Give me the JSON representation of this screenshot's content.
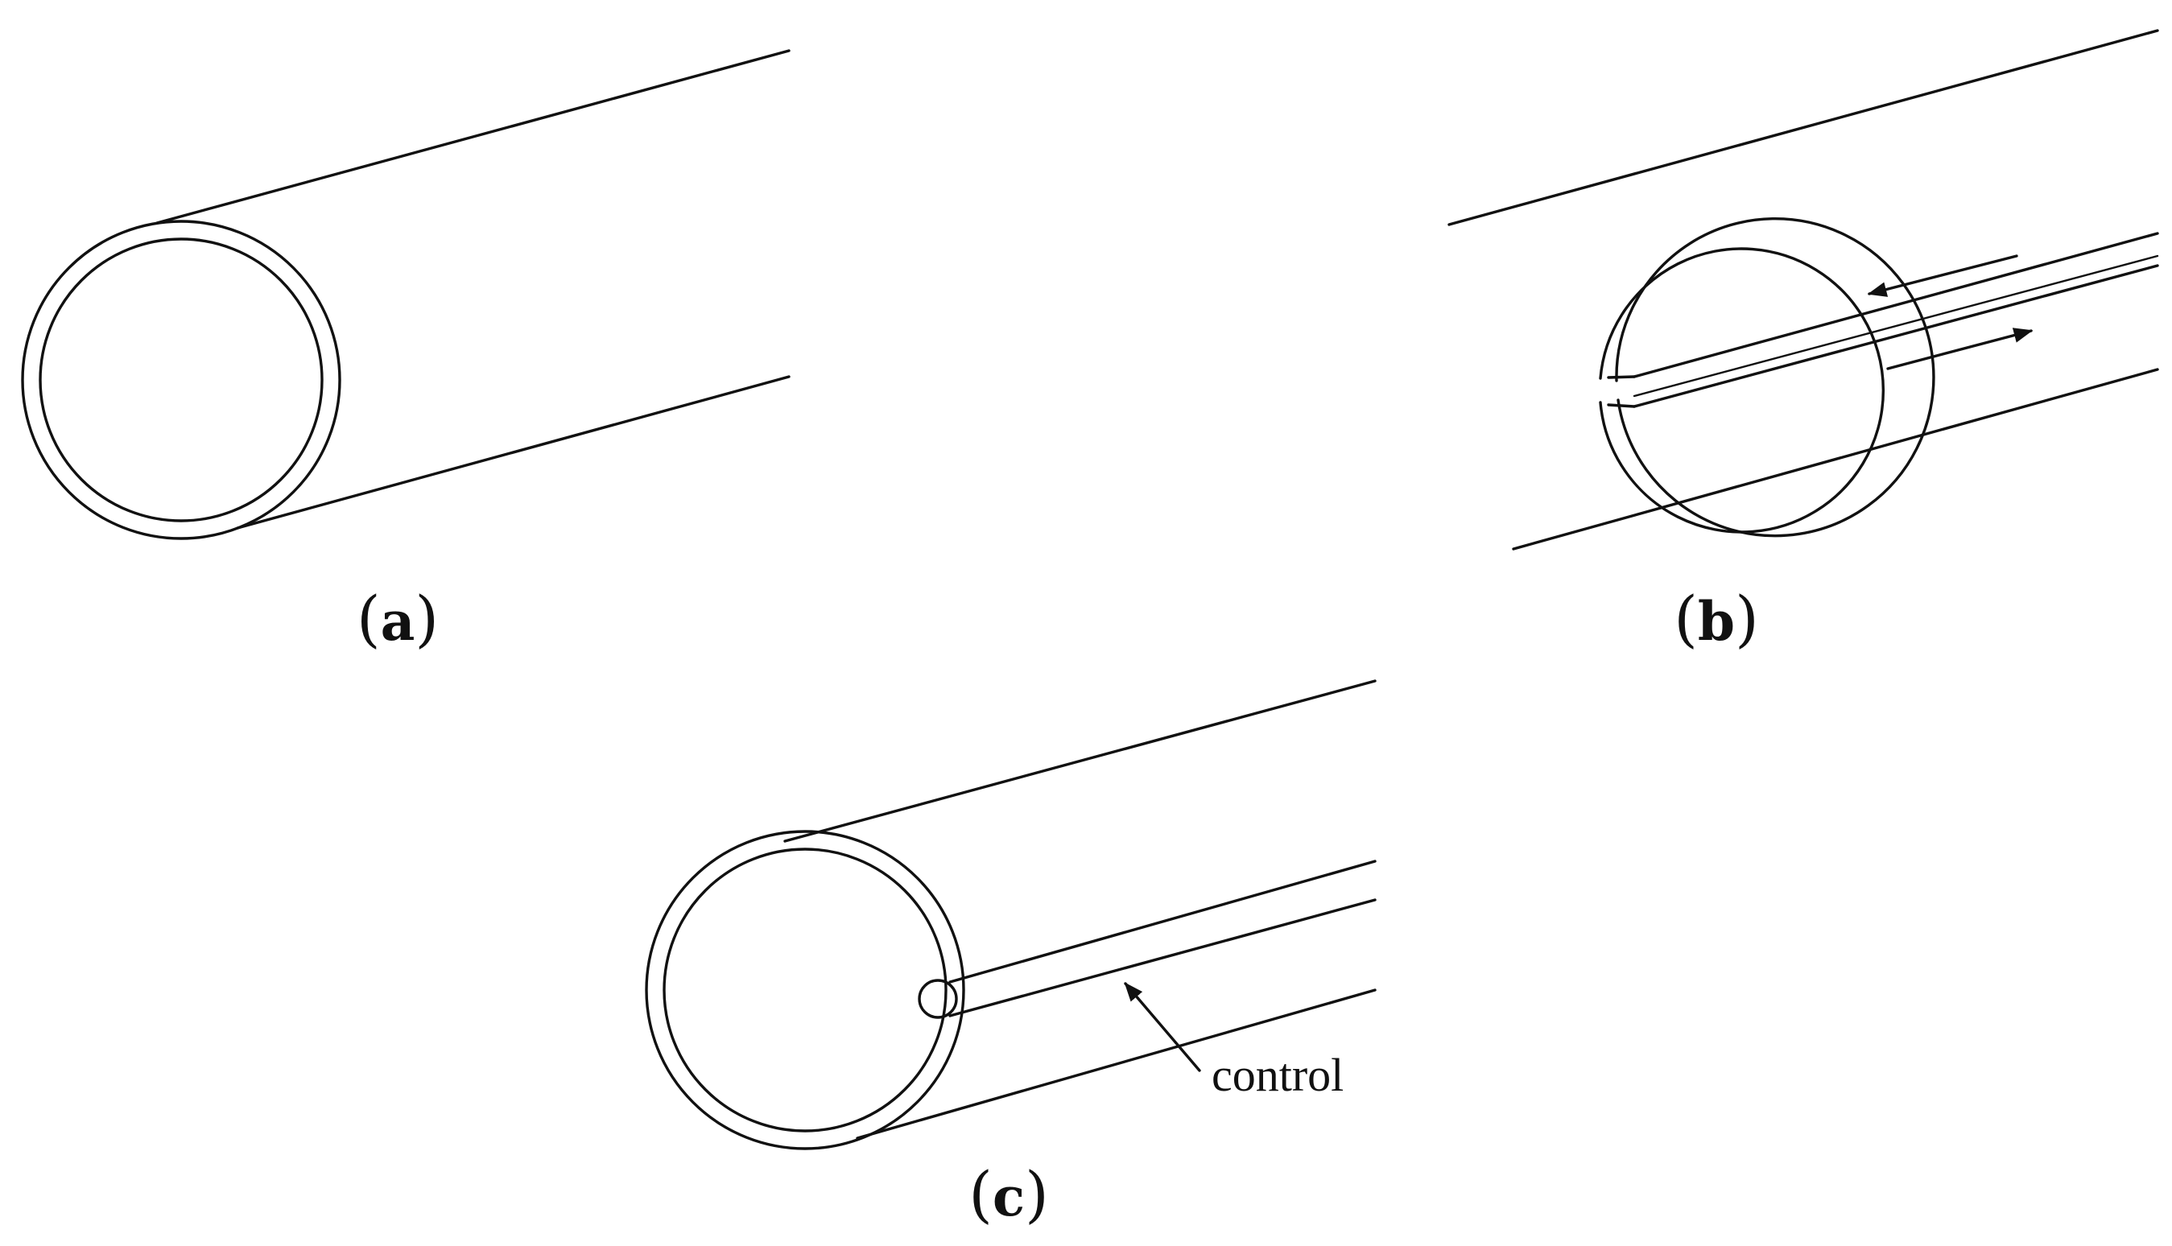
{
  "panels": [
    {
      "id": "a",
      "label": "a"
    },
    {
      "id": "b",
      "label": "b"
    },
    {
      "id": "c",
      "label": "c"
    }
  ],
  "annotations": {
    "control_label": "control"
  },
  "colors": {
    "line": "#111111",
    "background": "#ffffff"
  }
}
